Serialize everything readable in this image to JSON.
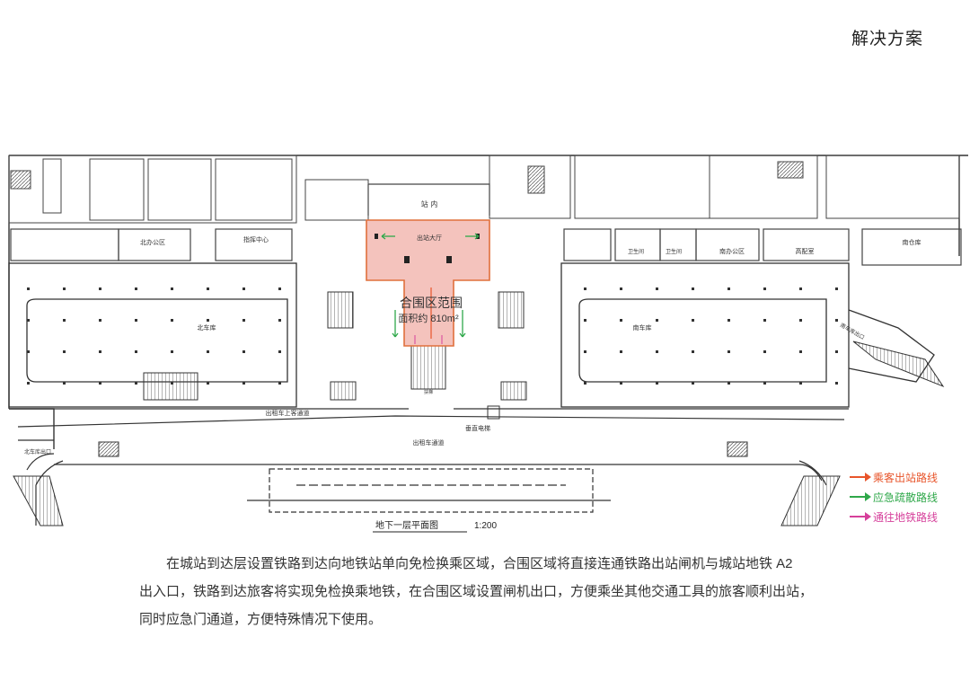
{
  "header": {
    "title": "解决方案"
  },
  "plan": {
    "title": "地下一层平面图",
    "scale": "1:200",
    "labels": {
      "station_inside": "站 内",
      "north_office": "北办公区",
      "command_center": "指挥中心",
      "exit_hall": "出站大厅",
      "combined_area_title": "合围区范围",
      "combined_area_size": "面积约 810m²",
      "south_office": "南办公区",
      "high_distribution": "高配室",
      "toilet_1": "卫生间",
      "toilet_2": "卫生间",
      "south_warehouse": "南仓库",
      "north_garage": "北车库",
      "south_garage": "南车库",
      "taxi_pickup_channel": "出租车上客通道",
      "vertical_elevator": "垂直电梯",
      "taxi_channel": "出租车通道",
      "north_garage_exit": "北车库出口",
      "south_garage_exit": "南车库出口",
      "stairs": "扶梯"
    },
    "colors": {
      "exit_route": "#e8552b",
      "evacuation_route": "#2fa84a",
      "metro_route": "#d6409b",
      "combined_fill": "#f4c3bd",
      "combined_stroke": "#e0703c"
    }
  },
  "legend": [
    {
      "label": "乘客出站路线",
      "color": "#e8552b"
    },
    {
      "label": "应急疏散路线",
      "color": "#2fa84a"
    },
    {
      "label": "通往地铁路线",
      "color": "#d6409b"
    }
  ],
  "caption": {
    "line1": "在城站到达层设置铁路到达向地铁站单向免检换乘区域，合围区域将直接连通铁路出站闸机与城站地铁 A2",
    "line2": "出入口，铁路到达旅客将实现免检换乘地铁，在合围区域设置闸机出口，方便乘坐其他交通工具的旅客顺利出站，",
    "line3": "同时应急门通道，方便特殊情况下使用。"
  }
}
